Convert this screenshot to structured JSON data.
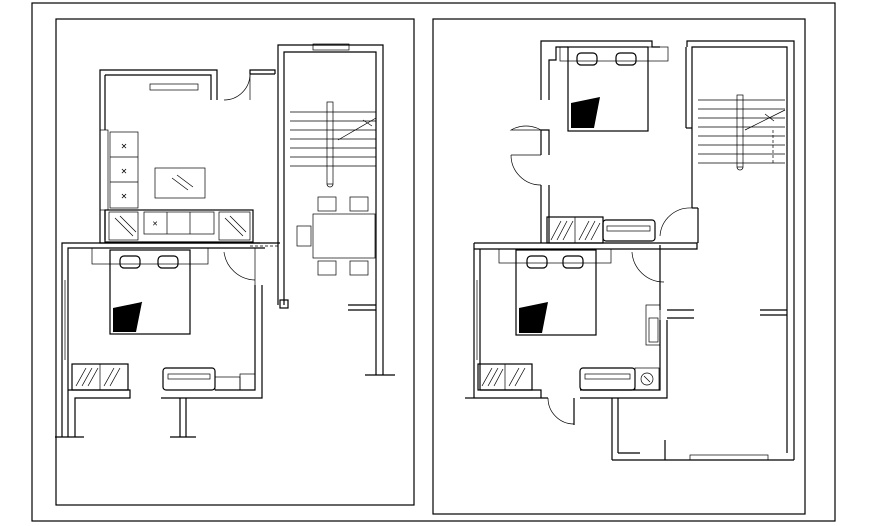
{
  "drawing": {
    "background_color": "#ffffff",
    "line_color": "#000000",
    "text_labels": []
  },
  "plans": [
    {
      "id": "ground-floor",
      "rooms": [
        "living-room",
        "kitchen-cabinets",
        "bedroom",
        "staircase",
        "dining-area"
      ],
      "furniture": [
        "sofa",
        "center-table",
        "tv-unit",
        "double-bed",
        "wardrobe",
        "dresser",
        "dining-table",
        "dining-chairs"
      ]
    },
    {
      "id": "first-floor",
      "rooms": [
        "upper-bedroom",
        "lower-bedroom",
        "staircase",
        "open-terrace"
      ],
      "furniture": [
        "double-bed",
        "double-bed",
        "wardrobe",
        "wardrobe",
        "dresser",
        "dresser",
        "wash-basin"
      ]
    }
  ]
}
